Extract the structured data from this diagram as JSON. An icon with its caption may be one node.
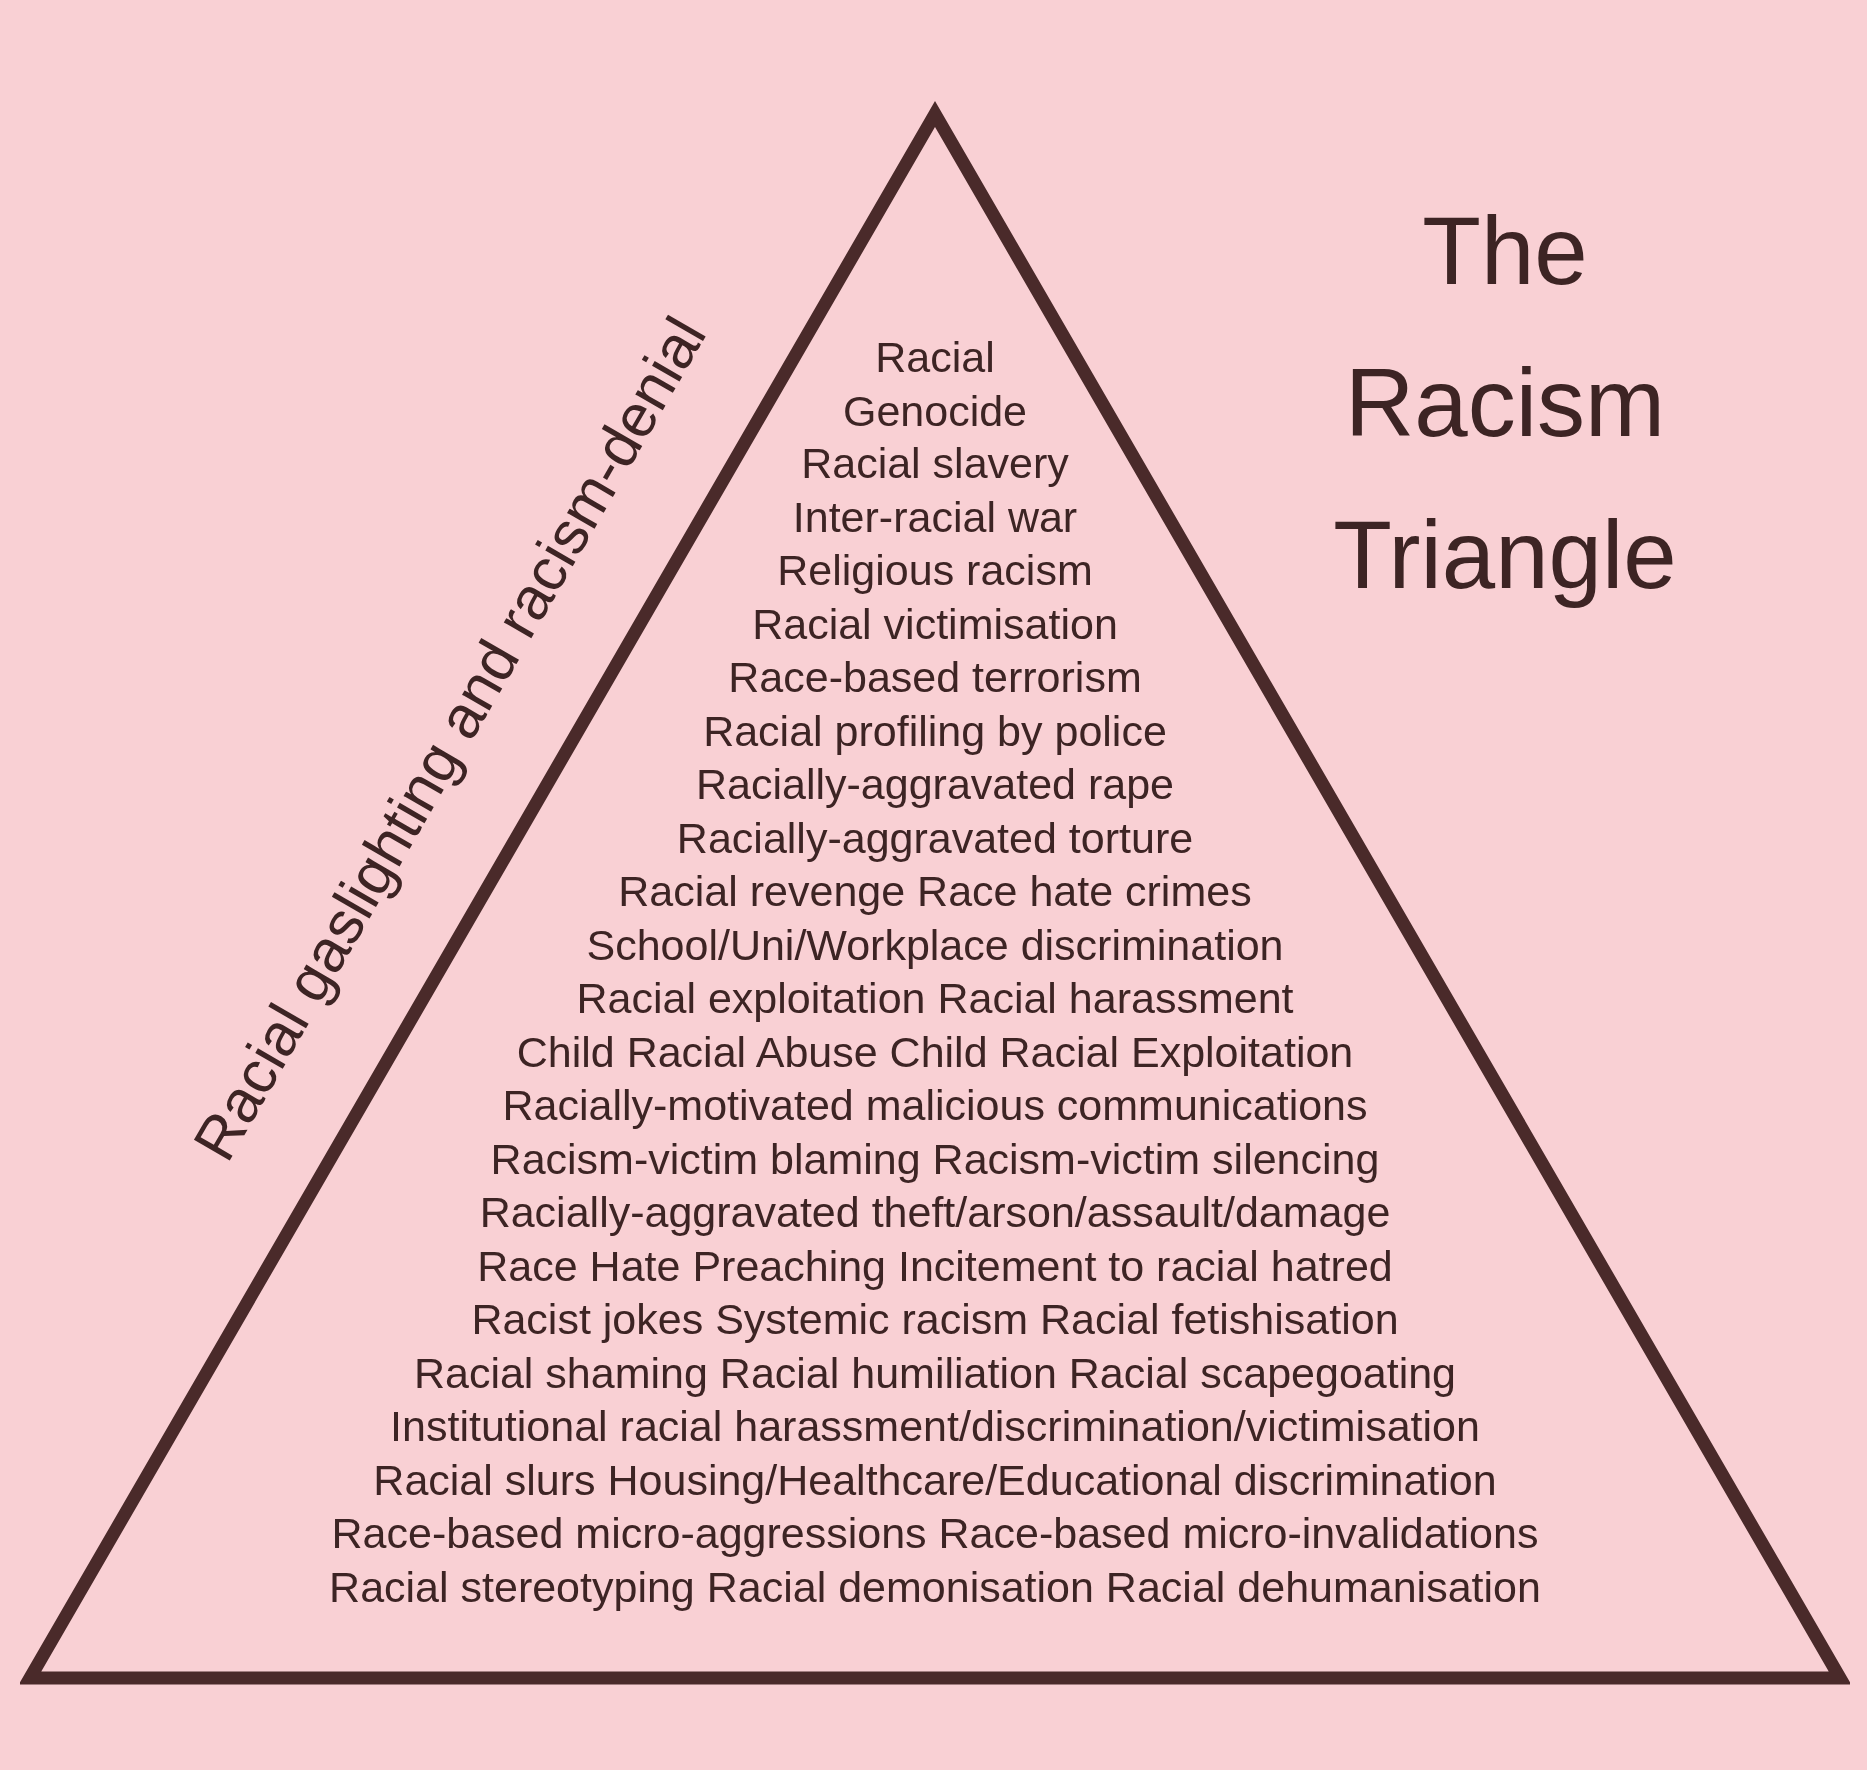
{
  "diagram": {
    "title": "The Racism Triangle",
    "nodes": [
      {
        "text": [
          "Racial Genocide",
          "Racial slavery",
          "Inter-racial war",
          "Religious racism",
          "Racial victimisation",
          "Race-based terrorism",
          "Racial profiling by police",
          "Racially-aggravated rape",
          "Racially-aggravated torture",
          "Racial revenge Race hate crimes",
          "School/Uni/Workplace discrimination",
          "Racial exploitation Racial harassment",
          "Child Racial Abuse Child Racial Exploitation",
          "Racially-motivated malicious communications",
          "Racism-victim blaming Racism-victim silencing",
          "Racially-aggravated theft/arson/assault/damage",
          "Race Hate Preaching Incitement to racial hatred",
          "Racist jokes Systemic racism Racial fetishisation",
          "Racial shaming Racial humiliation Racial scapegoating",
          "Institutional racial harassment/discrimination/victimisation",
          "Racial slurs Housing/Healthcare/Educational discrimination",
          "Race-based micro-aggressions Race-based micro-invalidations",
          "Racial stereotyping Racial demonisation Racial dehumanisation"
        ],
        "beside": [
          "Racial gaslighting and racism-denial"
        ]
      }
    ]
  }
}
